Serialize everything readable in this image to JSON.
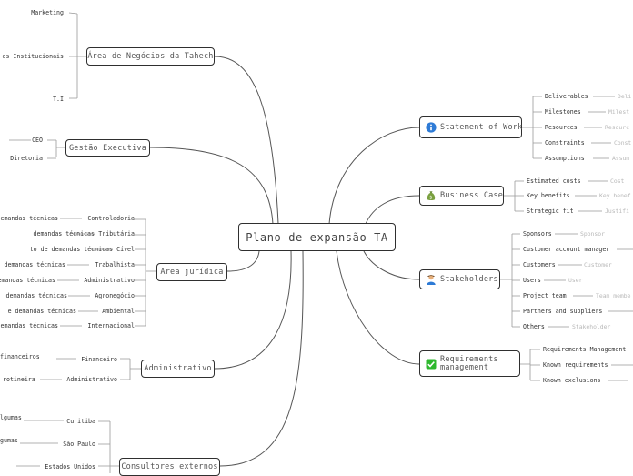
{
  "central": "Plano de expansão TA",
  "branches": {
    "area_negocios": {
      "title": "Área de Negócios da Tahech",
      "items": [
        "Marketing",
        "es Institucionais",
        "T.I"
      ]
    },
    "gestao_executiva": {
      "title": "Gestão Executiva",
      "items": [
        "CEO",
        "Diretoria"
      ]
    },
    "area_juridica": {
      "title": "Area jurídica",
      "items": [
        {
          "left": "emandas técnicas",
          "right": "Controladoria"
        },
        {
          "left": "demandas técnicas",
          "right": "Tributária"
        },
        {
          "left": "to de demandas técnicas",
          "right": "Cível"
        },
        {
          "left": "demandas técnicas",
          "right": "Trabalhista"
        },
        {
          "left": "emandas técnicas",
          "right": "Administrativo"
        },
        {
          "left": "demandas técnicas",
          "right": "Agronegócio"
        },
        {
          "left": "e demandas técnicas",
          "right": "Ambiental"
        },
        {
          "left": "emandas técnicas",
          "right": "Internacional"
        }
      ]
    },
    "administrativo": {
      "title": "Administrativo",
      "items": [
        {
          "left": "financeiros",
          "right": "Financeiro"
        },
        {
          "left": "rotineira",
          "right": "Administrativo"
        }
      ]
    },
    "consultores": {
      "title": "Consultores externos",
      "items": [
        {
          "left": "lgumas",
          "right": "Curitiba"
        },
        {
          "left": "gumas",
          "right": "São Paulo"
        },
        {
          "left": "",
          "right": "Estados Unidos"
        }
      ]
    },
    "statement": {
      "title": "Statement of Work",
      "icon": "info-icon",
      "items": [
        {
          "label": "Deliverables",
          "hint": "Deli"
        },
        {
          "label": "Milestones",
          "hint": "Milest"
        },
        {
          "label": "Resources",
          "hint": "Resourc"
        },
        {
          "label": "Constraints",
          "hint": "Const"
        },
        {
          "label": "Assumptions",
          "hint": "Assum"
        }
      ]
    },
    "business_case": {
      "title": "Business Case",
      "icon": "money-bag-icon",
      "items": [
        {
          "label": "Estimated costs",
          "hint": "Cost"
        },
        {
          "label": "Key benefits",
          "hint": "Key benef"
        },
        {
          "label": "Strategic fit",
          "hint": "Justifi"
        }
      ]
    },
    "stakeholders": {
      "title": "Stakeholders",
      "icon": "person-icon",
      "items": [
        {
          "label": "Sponsors",
          "hint": "Sponsor"
        },
        {
          "label": "Customer account manager",
          "hint": ""
        },
        {
          "label": "Customers",
          "hint": "Customer"
        },
        {
          "label": "Users",
          "hint": "User"
        },
        {
          "label": "Project team",
          "hint": "Team membe"
        },
        {
          "label": "Partners and suppliers",
          "hint": ""
        },
        {
          "label": "Others",
          "hint": "Stakeholder"
        }
      ]
    },
    "requirements": {
      "title": "Requirements management",
      "icon": "checkbox-icon",
      "items": [
        {
          "label": "Requirements Management",
          "hint": ""
        },
        {
          "label": "Known requirements",
          "hint": ""
        },
        {
          "label": "Known exclusions",
          "hint": ""
        }
      ]
    }
  },
  "colors": {
    "line": "#555555",
    "leaf_line": "#b0b0b0",
    "hint_text": "#b8b8b8",
    "info_blue": "#2e7bd6",
    "check_green": "#2eb82e"
  }
}
